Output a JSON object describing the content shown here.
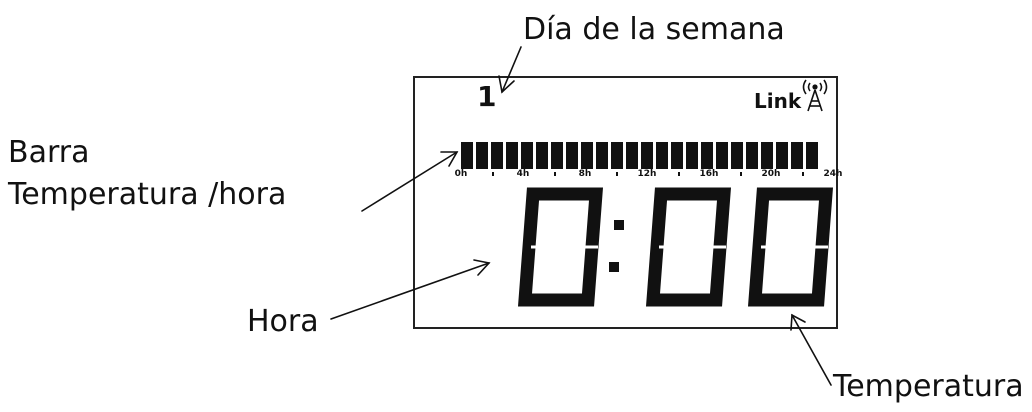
{
  "annotations": {
    "day_label": "Día de la semana",
    "bar_label_line1": "Barra",
    "bar_label_line2": "Temperatura /hora",
    "hour_label": "Hora",
    "temp_label": "Temperatura"
  },
  "display": {
    "day_number": "1",
    "link_text": "Link",
    "time_text": "0:00",
    "hour_bar_segments": 24,
    "hour_scale": [
      "0h",
      "4h",
      "8h",
      "12h",
      "16h",
      "20h",
      "24h"
    ],
    "mode_icon": "moon-icon",
    "link_icon": "antenna-icon"
  }
}
